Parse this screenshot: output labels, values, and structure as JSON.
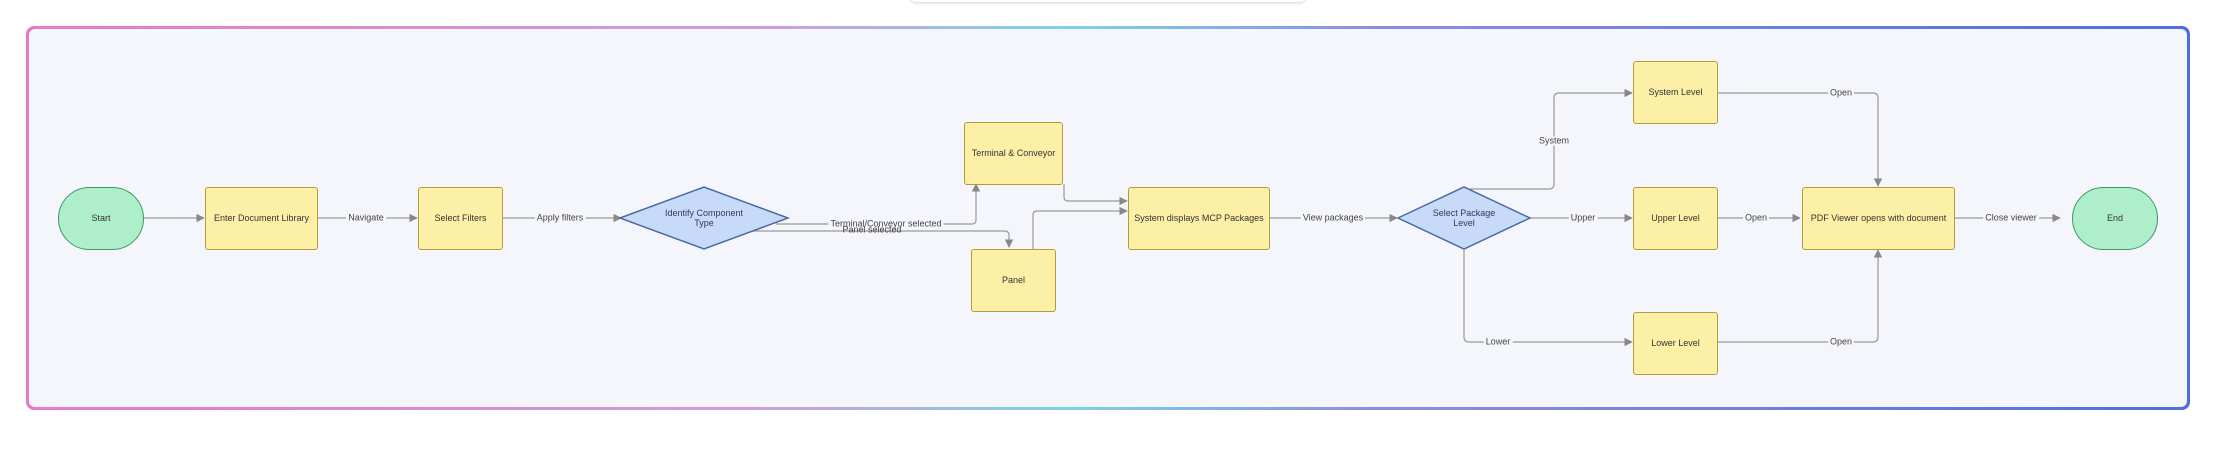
{
  "nodes": {
    "start": "Start",
    "enter_library": "Enter Document Library",
    "select_filters": "Select Filters",
    "identify_type": "Identify Component\nType",
    "terminal_conveyor": "Terminal & Conveyor",
    "panel": "Panel",
    "system_displays": "System displays MCP Packages",
    "select_level": "Select Package\nLevel",
    "system_level": "System Level",
    "upper_level": "Upper Level",
    "lower_level": "Lower Level",
    "pdf_viewer": "PDF Viewer opens with document",
    "end": "End"
  },
  "edges": {
    "navigate": "Navigate",
    "apply_filters": "Apply filters",
    "terminal_selected": "Terminal/Conveyor selected",
    "panel_selected": "Panel selected",
    "view_packages": "View packages",
    "system": "System",
    "upper": "Upper",
    "lower": "Lower",
    "open_system": "Open",
    "open_upper": "Open",
    "open_lower": "Open",
    "close_viewer": "Close viewer"
  },
  "colors": {
    "process_fill": "#fbf0a6",
    "terminal_fill": "#aeeecb",
    "decision_fill": "#c7dbf8",
    "edge": "#888888"
  }
}
